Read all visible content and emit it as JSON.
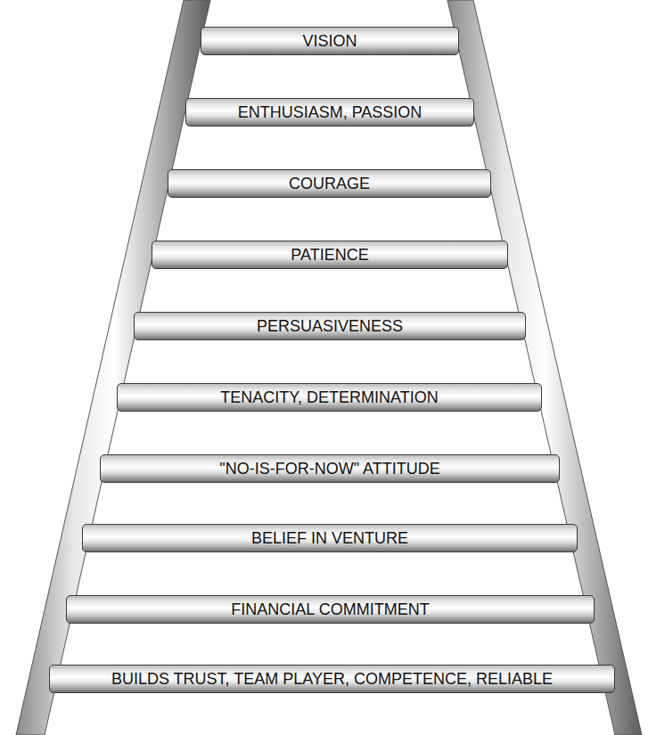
{
  "diagram": {
    "nodes": [
      {
        "text": [
          "VISION"
        ]
      },
      {
        "text": [
          "ENTHUSIASM, PASSION"
        ]
      },
      {
        "text": [
          "COURAGE"
        ]
      },
      {
        "text": [
          "PATIENCE"
        ]
      },
      {
        "text": [
          "PERSUASIVENESS"
        ]
      },
      {
        "text": [
          "TENACITY, DETERMINATION"
        ]
      },
      {
        "text": [
          "\"NO-IS-FOR-NOW\" ATTITUDE"
        ]
      },
      {
        "text": [
          "BELIEF IN VENTURE"
        ]
      },
      {
        "text": [
          "FINANCIAL COMMITMENT"
        ]
      },
      {
        "text": [
          "BUILDS TRUST, TEAM PLAYER, COMPETENCE, RELIABLE"
        ]
      }
    ]
  }
}
